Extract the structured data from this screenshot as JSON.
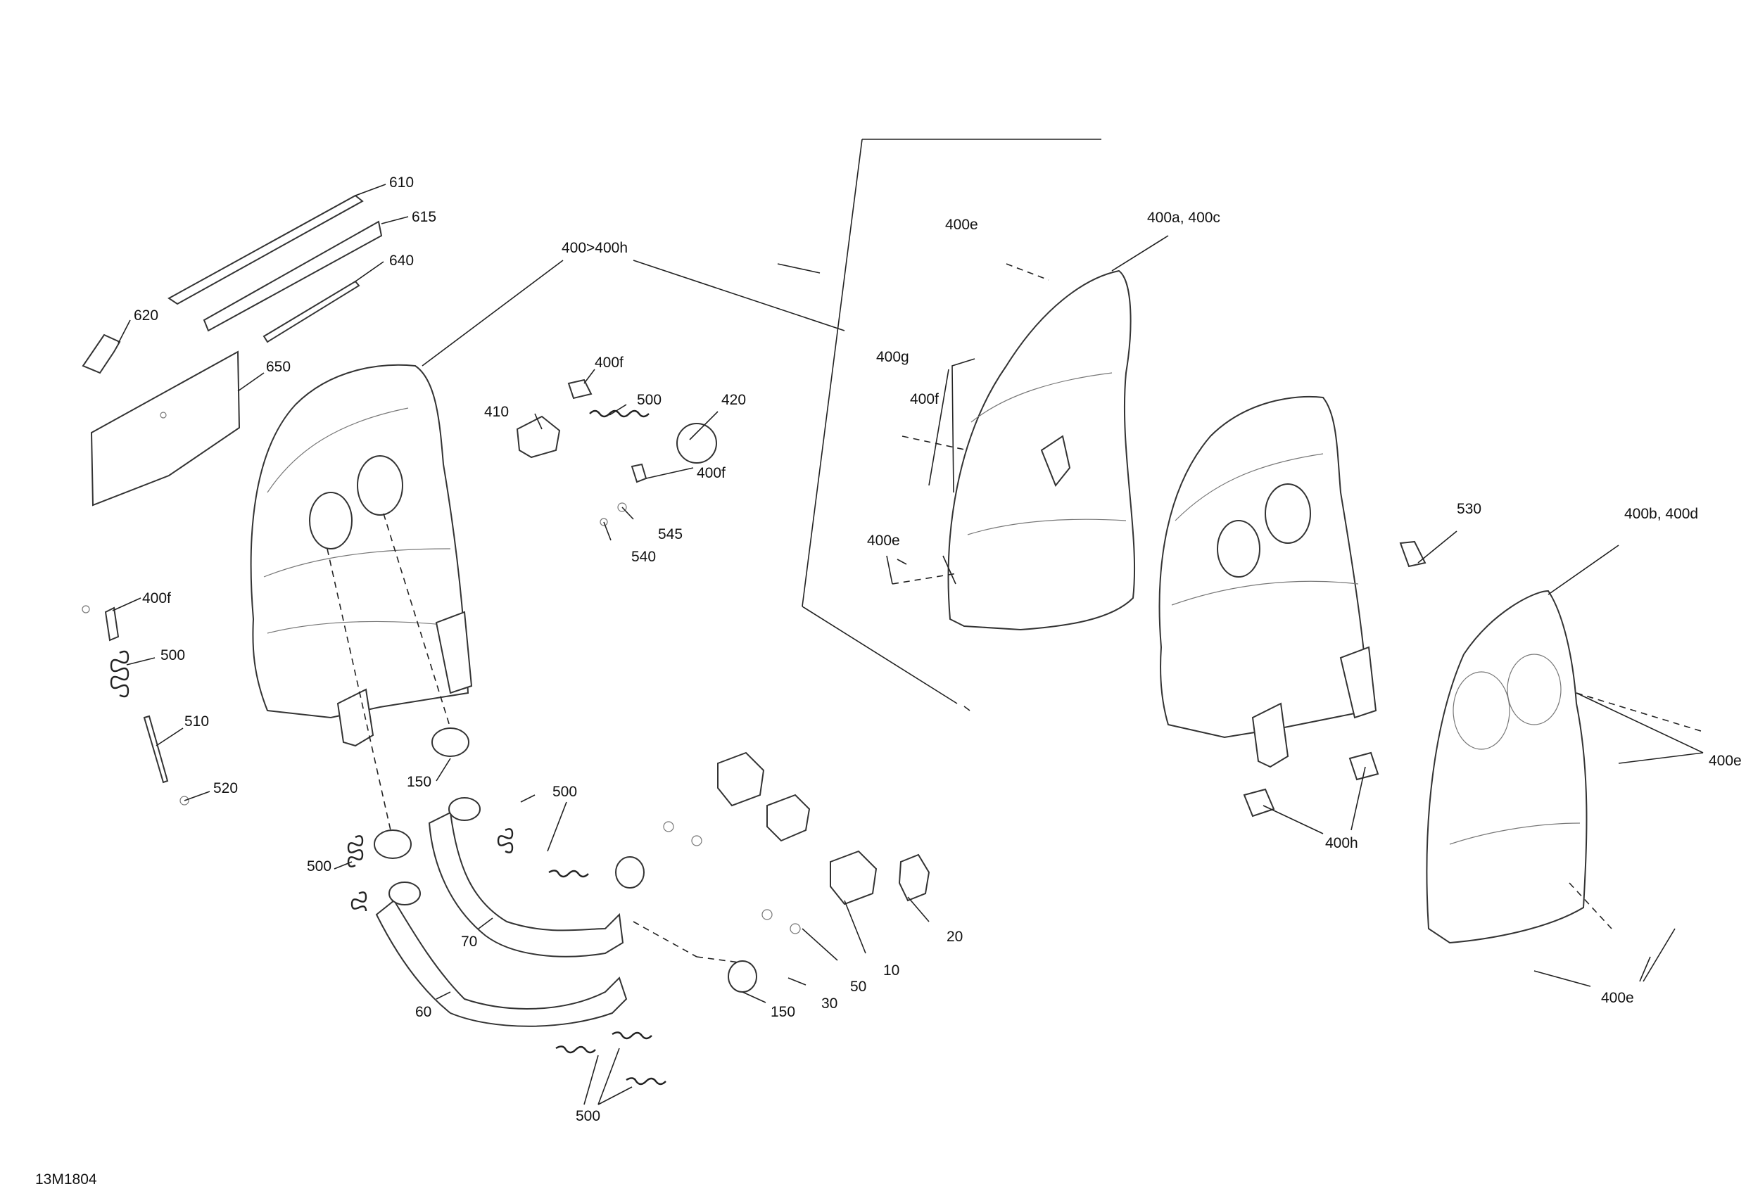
{
  "drawing_id": "13M1804",
  "labels": {
    "l610": "610",
    "l615": "615",
    "l640": "640",
    "l620": "620",
    "l650": "650",
    "l400_400h": "400>400h",
    "l400f_a": "400f",
    "l500_a": "500",
    "l410": "410",
    "l420": "420",
    "l400f_b": "400f",
    "l545": "545",
    "l540": "540",
    "l400e_a": "400e",
    "l400a_400c": "400a, 400c",
    "l400g": "400g",
    "l400f_c": "400f",
    "l400e_b": "400e",
    "l530": "530",
    "l400b_400d": "400b, 400d",
    "l400e_c": "400e",
    "l400h": "400h",
    "l400e_d": "400e",
    "l400f_d": "400f",
    "l500_b": "500",
    "l510": "510",
    "l520": "520",
    "l150_a": "150",
    "l500_c": "500",
    "l500_d": "500",
    "l70": "70",
    "l60": "60",
    "l20": "20",
    "l10": "10",
    "l50": "50",
    "l30": "30",
    "l150_b": "150",
    "l500_e": "500"
  }
}
